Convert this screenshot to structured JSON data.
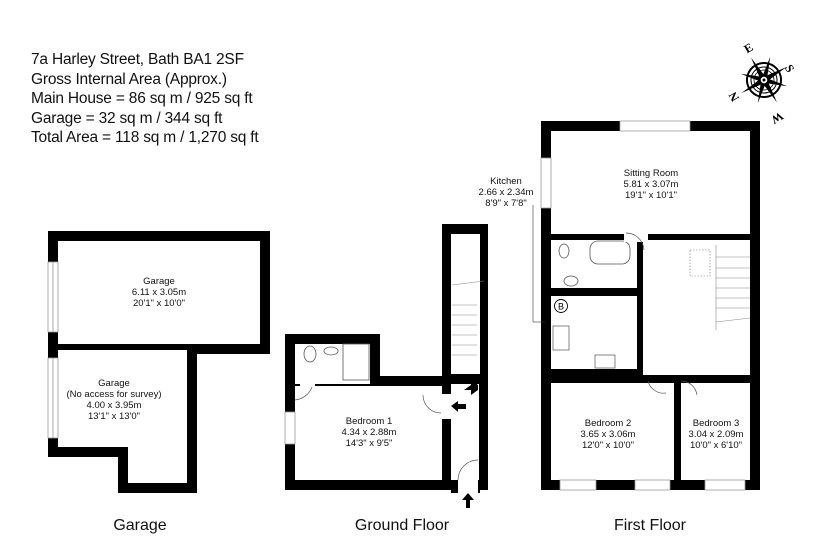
{
  "header": {
    "address": "7a Harley Street, Bath BA1 2SF",
    "gia_label": "Gross Internal Area (Approx.)",
    "main_house": "Main House = 86 sq m / 925 sq ft",
    "garage": "Garage = 32 sq m / 344 sq ft",
    "total": "Total Area = 118 sq m / 1,270 sq ft"
  },
  "compass": {
    "icon": "compass-rose-icon",
    "labels": [
      "E",
      "S",
      "W",
      "N"
    ]
  },
  "floors": {
    "garage": {
      "title": "Garage",
      "rooms": [
        {
          "name": "Garage",
          "metric": "6.11 x 3.05m",
          "imperial": "20'1\" x 10'0\""
        },
        {
          "name": "Garage",
          "note": "(No access for survey)",
          "metric": "4.00 x 3.95m",
          "imperial": "13'1\" x 13'0\""
        }
      ]
    },
    "ground": {
      "title": "Ground Floor",
      "rooms": [
        {
          "name": "Bedroom 1",
          "metric": "4.34 x 2.88m",
          "imperial": "14'3\" x 9'5\""
        }
      ]
    },
    "first": {
      "title": "First Floor",
      "rooms": [
        {
          "name": "Sitting Room",
          "metric": "5.81 x 3.07m",
          "imperial": "19'1\" x 10'1\""
        },
        {
          "name": "Kitchen",
          "metric": "2.66 x 2.34m",
          "imperial": "8'9\" x 7'8\""
        },
        {
          "name": "Bedroom 2",
          "metric": "3.65 x 3.06m",
          "imperial": "12'0\" x 10'0\""
        },
        {
          "name": "Bedroom 3",
          "metric": "3.04 x 2.09m",
          "imperial": "10'0\" x 6'10\""
        }
      ],
      "boiler_label": "B"
    }
  },
  "colors": {
    "wall": "#000000",
    "background": "#ffffff",
    "window": "#ffffff",
    "fixture_line": "#555555"
  }
}
